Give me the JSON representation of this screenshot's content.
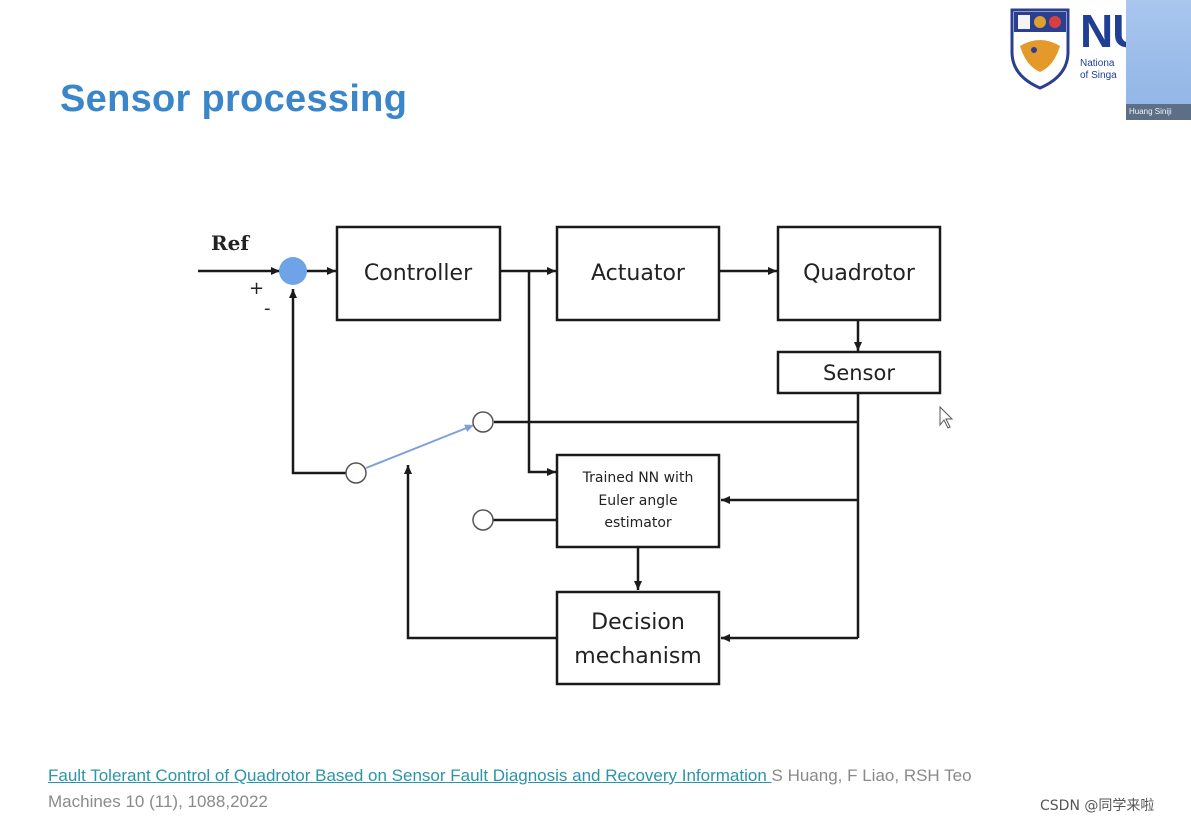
{
  "slide": {
    "title": "Sensor processing"
  },
  "logo": {
    "text_big": "NU",
    "text_line1": "Nationa",
    "text_line2": "of Singa"
  },
  "video_thumbnail": {
    "label": "Huang Siniji"
  },
  "diagram": {
    "ref_label": "Ref",
    "plus_sign": "+",
    "minus_sign": "-",
    "blocks": {
      "controller": "Controller",
      "actuator": "Actuator",
      "quadrotor": "Quadrotor",
      "sensor": "Sensor",
      "nn_line1": "Trained NN with",
      "nn_line2": "Euler angle",
      "nn_line3": "estimator",
      "decision_line1": "Decision",
      "decision_line2": "mechanism"
    },
    "colors": {
      "summing_junction": "#6fa3e8",
      "switch_arm": "#8aa6e0",
      "lines": "#1a1a1a"
    }
  },
  "citation": {
    "link_text": "Fault Tolerant Control of Quadrotor Based on Sensor Fault Diagnosis and Recovery Information ",
    "authors": " S Huang, F Liao, RSH Teo",
    "line2": "Machines 10 (11), 1088,2022"
  },
  "watermark": "CSDN @同学来啦"
}
